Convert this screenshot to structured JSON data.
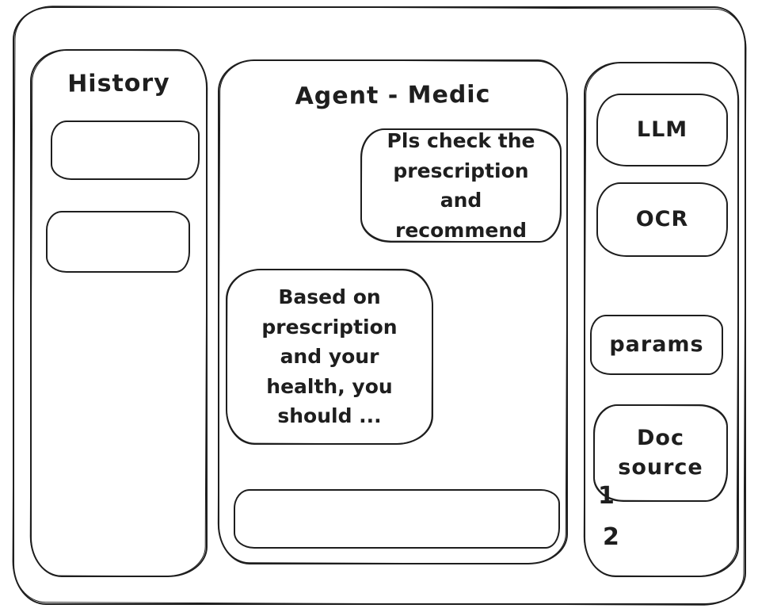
{
  "app": {
    "title": "Agent - Medic"
  },
  "history_panel": {
    "title": "History",
    "items": [
      {
        "label": ""
      },
      {
        "label": ""
      }
    ]
  },
  "chat": {
    "title": "Agent - Medic",
    "messages": [
      {
        "role": "user",
        "text": "Pls check the prescription and recommend"
      },
      {
        "role": "assistant",
        "text": "Based on prescription and your health, you should ..."
      }
    ],
    "input": {
      "value": "",
      "placeholder": ""
    }
  },
  "tools_panel": {
    "buttons": [
      {
        "id": "llm",
        "label": "LLM"
      },
      {
        "id": "ocr",
        "label": "OCR"
      },
      {
        "id": "params",
        "label": "params"
      },
      {
        "id": "doc-source",
        "label": "Doc source"
      }
    ],
    "doc_source_items": [
      "1",
      "2"
    ]
  },
  "colors": {
    "stroke": "#1e1e1e",
    "background": "#ffffff"
  }
}
